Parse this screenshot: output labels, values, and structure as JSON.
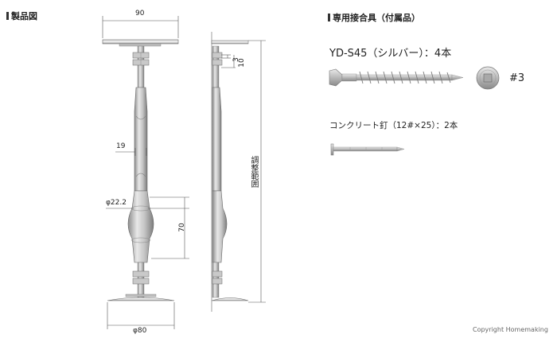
{
  "headings": {
    "product_drawing": "製品図",
    "accessories": "専用接合具（付属品）"
  },
  "dimensions": {
    "top_plate_width": "90",
    "bolt_spacing_a": "3",
    "bolt_spacing_b": "10",
    "shaft_width": "19",
    "diameter_mid": "φ22.2",
    "height_70": "70",
    "base_diameter": "φ80",
    "adjust_range": "調整範囲"
  },
  "accessories": {
    "screw_label": "YD-S45（シルバー）：4本",
    "screw_drive": "#3",
    "nail_label": "コンクリート釘（12#×25）：2本"
  },
  "footer": {
    "copyright": "Copyright Homemaking"
  },
  "colors": {
    "metal_light": "#e2e2e2",
    "metal_mid": "#b5b5b5",
    "metal_dark": "#7a7a7a",
    "line": "#555555"
  }
}
